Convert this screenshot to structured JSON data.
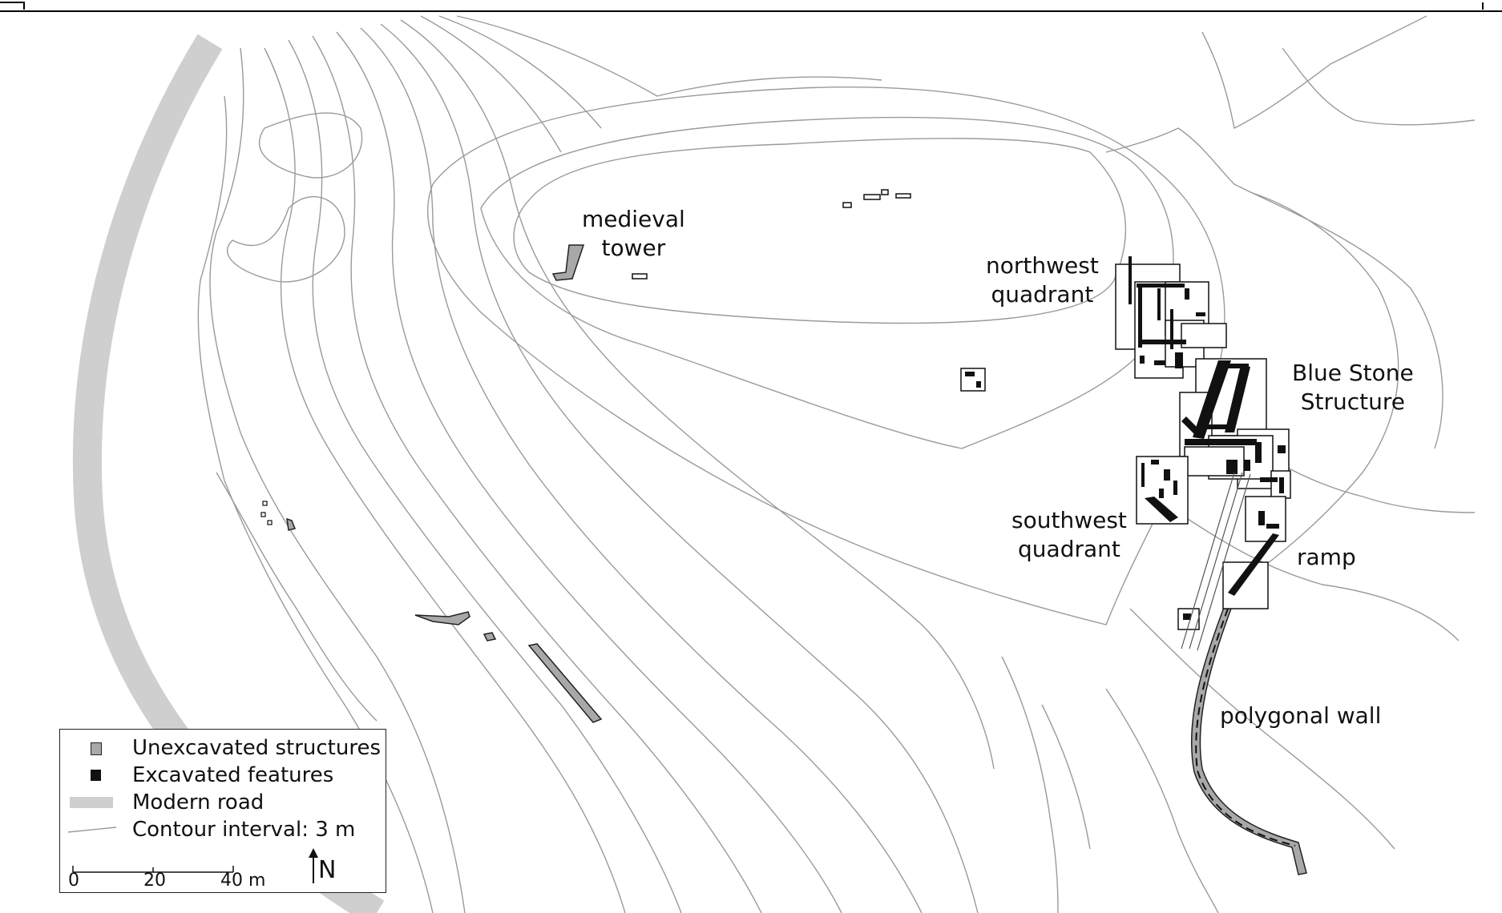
{
  "labels": {
    "medieval_tower": [
      "medieval",
      "tower"
    ],
    "northwest_quadrant": [
      "northwest",
      "quadrant"
    ],
    "blue_stone_structure": [
      "Blue Stone",
      "Structure"
    ],
    "southwest_quadrant": [
      "southwest",
      "quadrant"
    ],
    "ramp": [
      "ramp"
    ],
    "polygonal_wall": [
      "polygonal wall"
    ]
  },
  "legend": {
    "unexcavated": "Unexcavated structures",
    "excavated": "Excavated features",
    "road": "Modern road",
    "contour": "Contour interval: 3 m"
  },
  "scale": {
    "tick0": "0",
    "tick1": "20",
    "tick2": "40 m"
  },
  "north": "N",
  "colors": {
    "road": "#cfcfcf",
    "contour": "#9a9a9a",
    "unexcavated": "#a8a8a8",
    "excavated": "#111111"
  }
}
